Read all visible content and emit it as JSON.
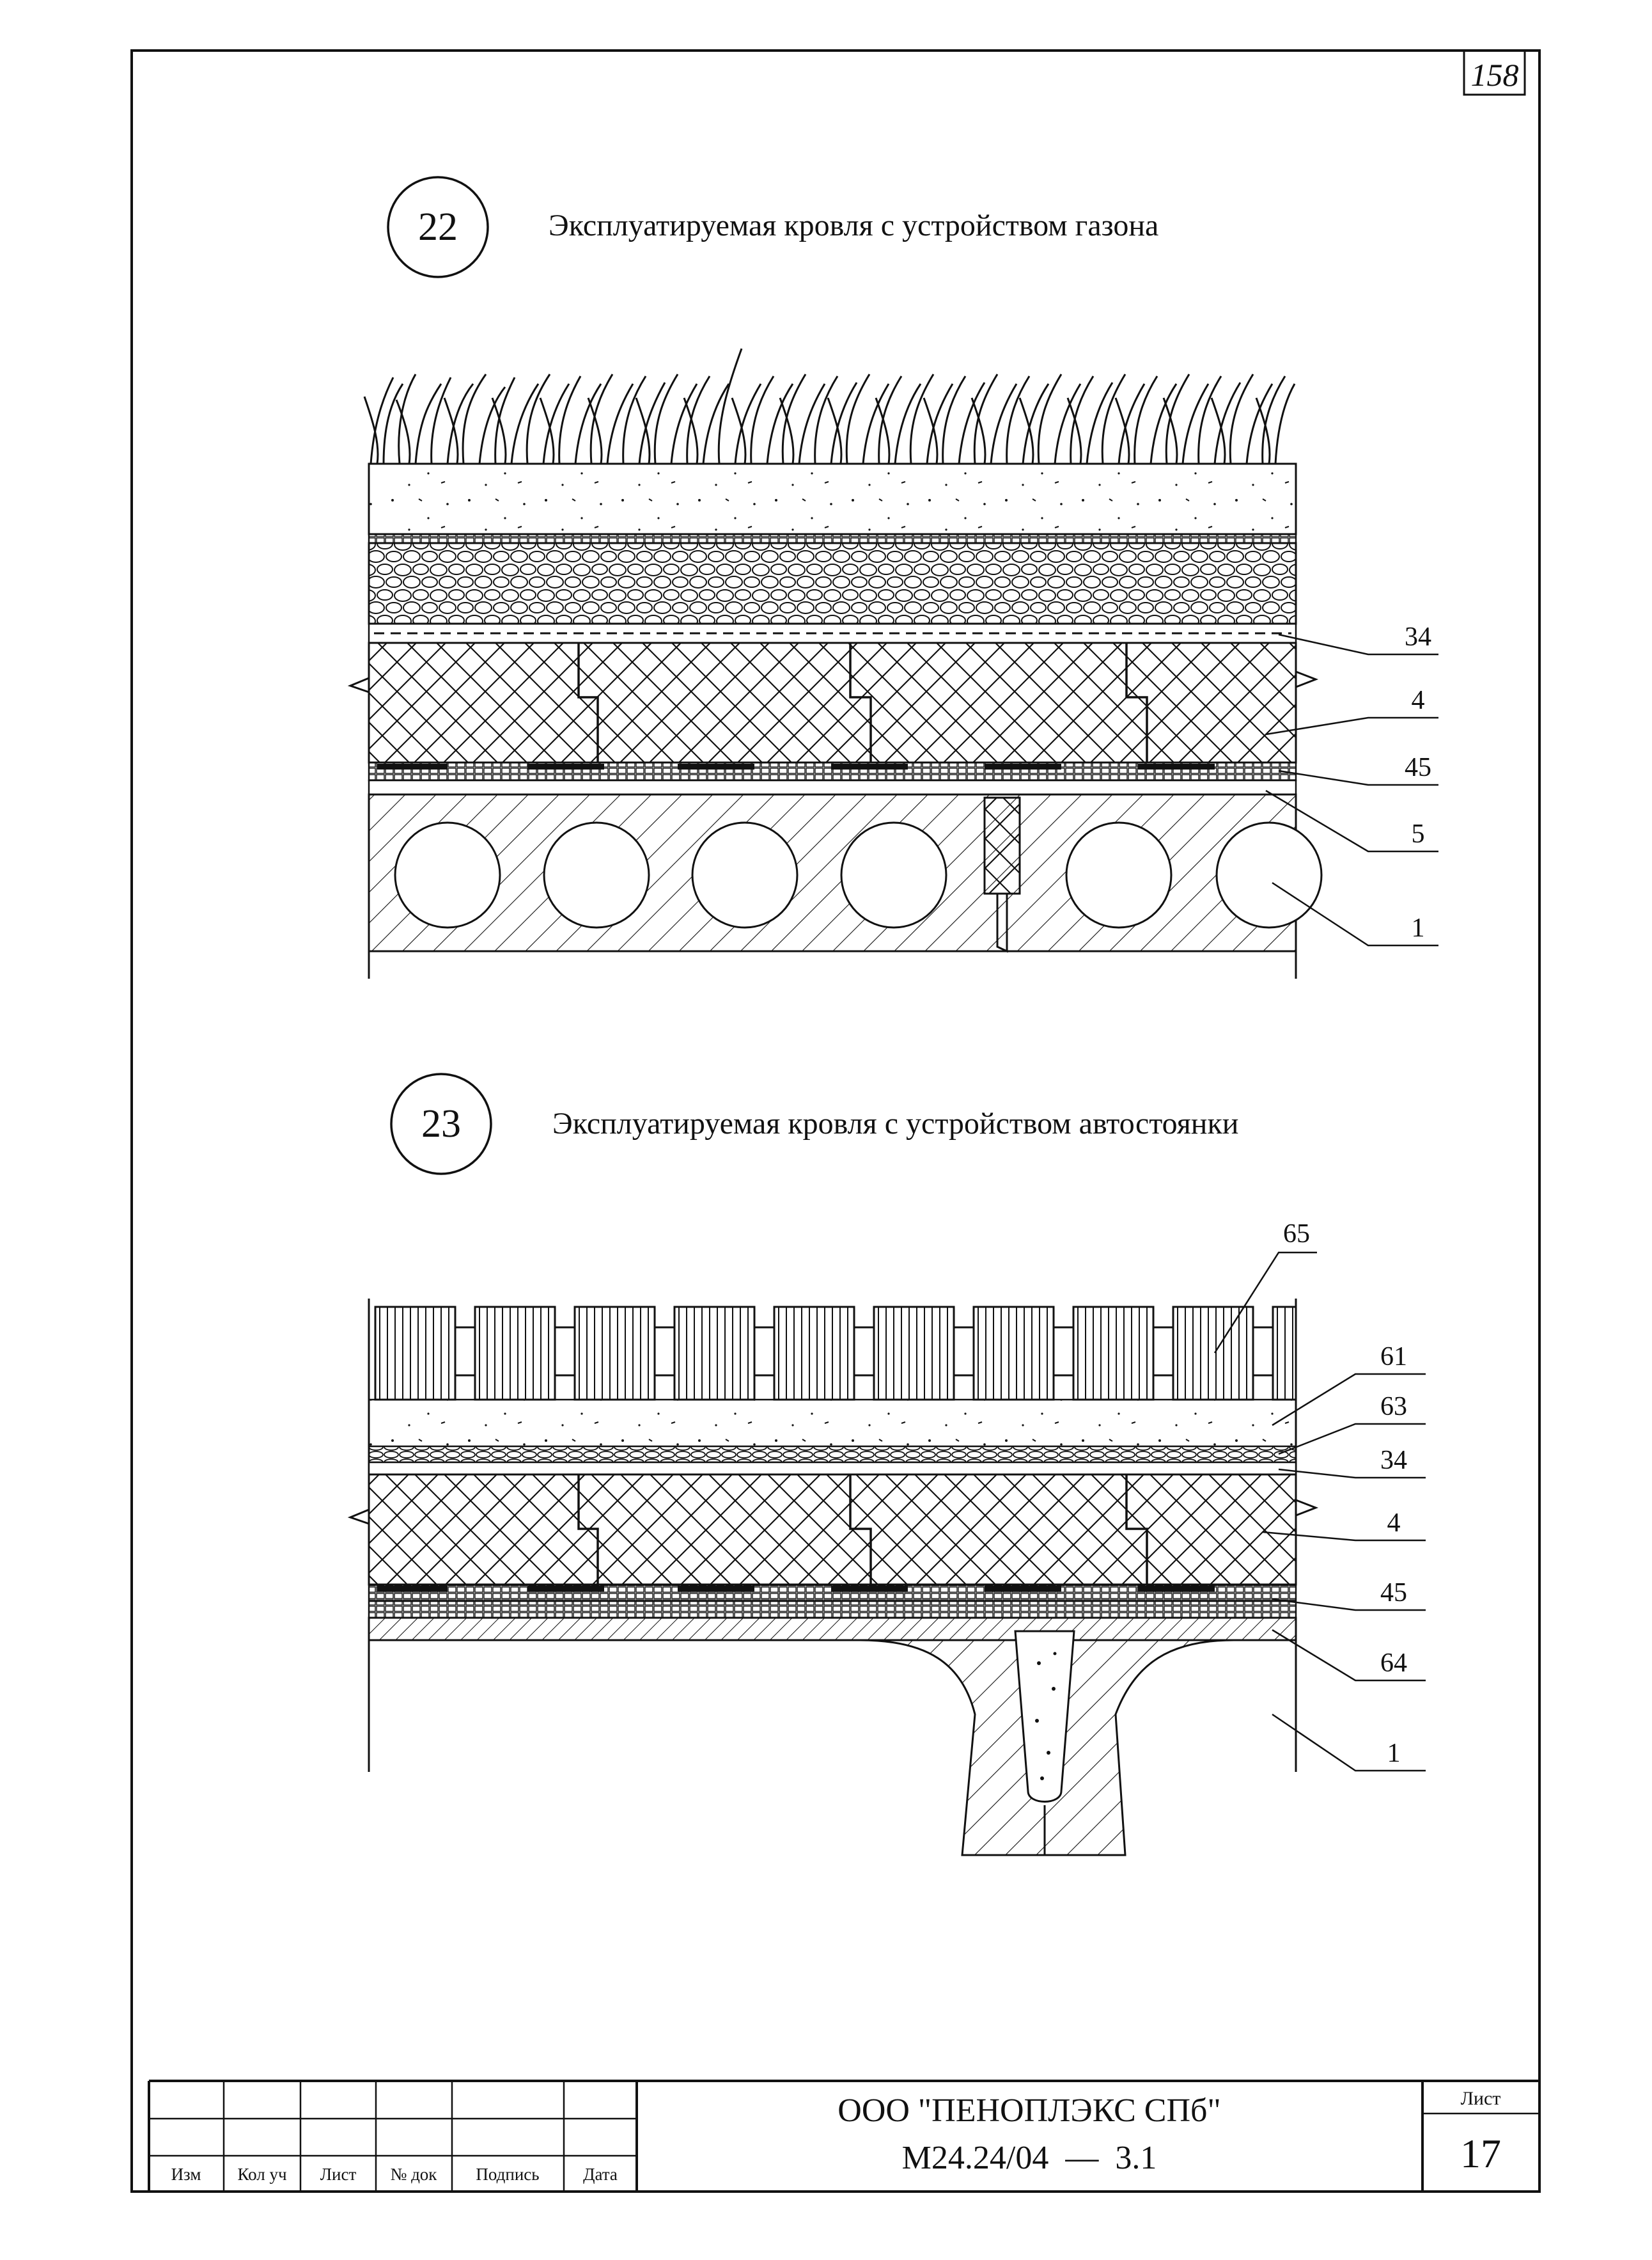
{
  "page_number": "158",
  "detail22": {
    "number": "22",
    "title": "Эксплуатируемая кровля с устройством газона",
    "labels": [
      "34",
      "4",
      "45",
      "5",
      "1"
    ]
  },
  "detail23": {
    "number": "23",
    "title": "Эксплуатируемая кровля с устройством автостоянки",
    "label_top": "65",
    "labels": [
      "61",
      "63",
      "34",
      "4",
      "45",
      "64",
      "1"
    ]
  },
  "title_block": {
    "headers": [
      "Изм",
      "Кол уч",
      "Лист",
      "№ док",
      "Подпись",
      "Дата"
    ],
    "company": "ООО \"ПЕНОПЛЭКС СПб\"",
    "code": "М24.24/04  —  3.1",
    "sheet_label": "Лист",
    "sheet_number": "17"
  }
}
